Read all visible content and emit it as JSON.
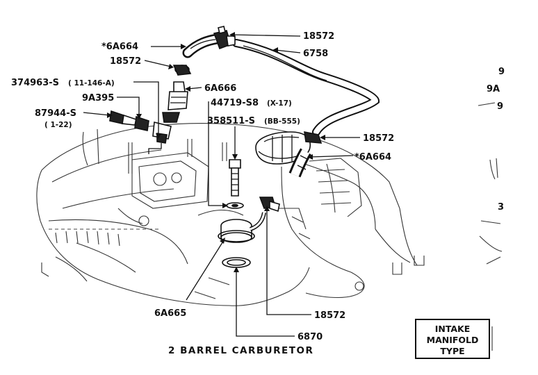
{
  "labels": {
    "pcv_hose_top": "*6A664",
    "clip_top_right": "18572",
    "clip_left": "18572",
    "pcv_tube": "6758",
    "screw_bolt": "374963-S",
    "screw_bolt_ref": "( 11-146-A)",
    "pcv_valve": "6A666",
    "elbow": "9A395",
    "fitting": "87944-S",
    "fitting_ref": "( 1-22)",
    "washer_part": "44719-S8",
    "washer_ref": "(X-17)",
    "stud": "358511-S",
    "stud_ref": "(BB-555)",
    "clip_mid": "18572",
    "pcv_hose_mid": "*6A664",
    "spacer": "6A665",
    "clip_bottom": "18572",
    "gasket": "6870"
  },
  "caption": "2 BARREL CARBURETOR",
  "type_box": {
    "line1": "INTAKE",
    "line2": "MANIFOLD",
    "line3": "TYPE"
  },
  "edge_labels": {
    "e1": "9",
    "e2": "9A",
    "e3": "9",
    "e4": "3"
  }
}
